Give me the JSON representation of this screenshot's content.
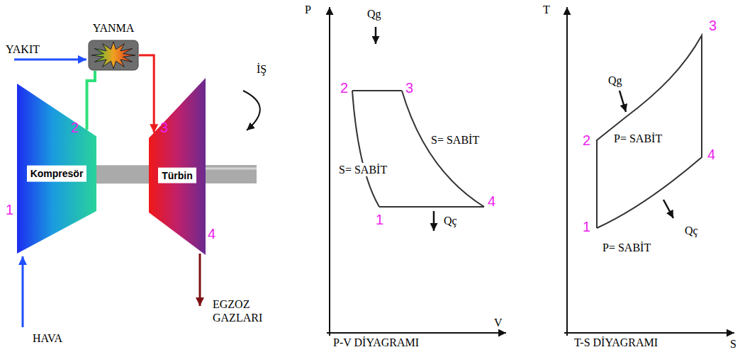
{
  "diagram": {
    "nodes": [
      {
        "text": [
          "YANMA"
        ]
      },
      {
        "text": [
          "Kompresör"
        ]
      },
      {
        "text": [
          "Türbin"
        ]
      }
    ],
    "edges": [
      {
        "from": 1,
        "to": 0,
        "arrow": "none"
      },
      {
        "from": 0,
        "to": 2,
        "arrow": "to"
      },
      {
        "from": 1,
        "to": 2,
        "arrow": "none"
      }
    ],
    "labels": [
      "YAKIT",
      "2",
      "3",
      "İŞ",
      "1",
      "4",
      "HAVA",
      "EGZOZ GAZLARI",
      "P",
      "Qg",
      "2",
      "3",
      "S= SABİT",
      "S= SABİT",
      "1",
      "4",
      "Qç",
      "V",
      "P-V DİYAGRAMI",
      "T",
      "3",
      "Qg",
      "2",
      "P= SABİT",
      "4",
      "1",
      "Qç",
      "P= SABİT",
      "S",
      "T-S DİYAGRAMI"
    ]
  }
}
